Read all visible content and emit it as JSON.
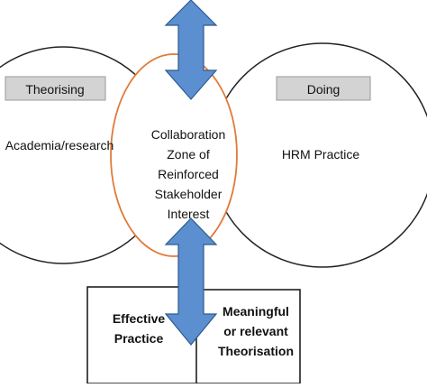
{
  "left_circle": {
    "tag": "Theorising",
    "label": "Academia/research"
  },
  "right_circle": {
    "tag": "Doing",
    "label": "HRM Practice"
  },
  "center_ellipse": {
    "lines": [
      "Collaboration",
      "Zone of",
      "Reinforced",
      "Stakeholder",
      "Interest"
    ]
  },
  "boxes": {
    "left": {
      "lines": [
        "Effective",
        "Practice"
      ]
    },
    "right": {
      "lines": [
        "Meaningful",
        "or relevant",
        "Theorisation"
      ]
    }
  },
  "colors": {
    "arrow_fill": "#5B8FD0",
    "arrow_stroke": "#2E5A8E",
    "ellipse_stroke": "#E07B39",
    "tag_fill": "#D3D3D3"
  }
}
